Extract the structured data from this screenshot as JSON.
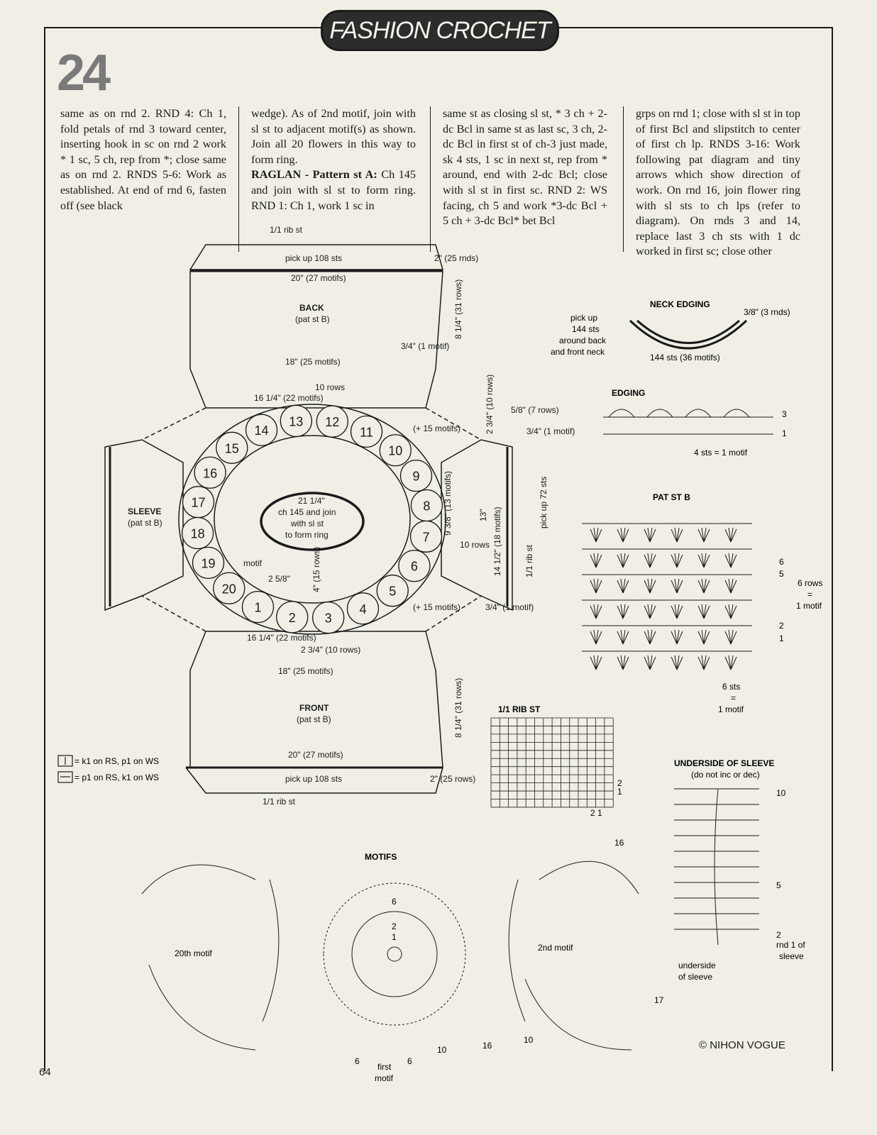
{
  "header": {
    "banner": "FASHION CROCHET",
    "pattern_number": "24"
  },
  "text_columns": {
    "col1": "same as on rnd 2. RND 4: Ch 1, fold petals of rnd 3 toward center, inserting hook in sc on rnd 2 work * 1 sc, 5 ch, rep from *; close same as on rnd 2. RNDS 5-6: Work as established. At end of rnd 6, fasten off (see black",
    "col2_a": "wedge). As of 2nd motif, join with sl st to adjacent motif(s) as shown. Join all 20 flowers in this way to form ring.",
    "col2_heading": "RAGLAN - Pattern st A:",
    "col2_b": "Ch 145 and join with sl st to form ring. RND 1: Ch 1, work 1 sc in",
    "col3": "same st as closing sl st, * 3 ch + 2-dc Bcl in same st as last sc, 3 ch, 2-dc Bcl in first st of ch-3 just made, sk 4 sts, 1 sc in next st, rep from * around, end with 2-dc Bcl; close with sl st in first sc. RND 2: WS facing, ch 5 and work *3-dc Bcl + 5 ch + 3-dc Bcl* bet Bcl",
    "col4": "grps on rnd 1; close with sl st in top of first Bcl and slipstitch to center of first ch lp. RNDS 3-16: Work following pat diagram and tiny arrows which show direction of work. On rnd 16, join flower ring with sl sts to ch lps (refer to diagram). On rnds 3 and 14, replace last 3 ch sts with 1 dc worked in first sc; close other"
  },
  "schematic": {
    "rib_top": "1/1 rib st",
    "pick_up_top": "pick up 108 sts",
    "rnds_top": "2\" (25 rnds)",
    "back_width_top": "20\" (27 motifs)",
    "back_title": "BACK",
    "back_sub": "(pat st B)",
    "back_height": "8 1/4\" (31 rows)",
    "back_width_bottom": "18\" (25 motifs)",
    "motif_3_4": "3/4\" (1 motif)",
    "rows_10_top": "10 rows",
    "w_16_top": "16 1/4\" (22 motifs)",
    "plus15_top": "(+ 15 motifs)",
    "h_2_3_4": "2 3/4\" (10 rows)",
    "h_5_8": "5/8\" (7 rows)",
    "h_3_4_right": "3/4\" (1 motif)",
    "sleeve_title": "SLEEVE",
    "sleeve_sub": "(pat st B)",
    "center_measure": "21 1/4\"",
    "center_text1": "ch 145 and join",
    "center_text2": "with sl st",
    "center_text3": "to form ring",
    "motif_label": "motif",
    "motif_size": "2 5/8\"",
    "h_4": "4\" (15 rows)",
    "h_9_3_8": "9 3/8\" (13 motifs)",
    "rows_10_right": "10 rows",
    "h_13": "13\"",
    "h_14_1_2": "14 1/2\" (18 motifs)",
    "rib_right": "1/1 rib st",
    "pick_up_72": "pick up 72 sts",
    "plus15_bottom": "(+ 15 motifs)",
    "motif_3_4_bottom": "3/4\" (1 motif)",
    "w_16_bottom": "16 1/4\" (22 motifs)",
    "w_2_3_4_bottom": "2 3/4\" (10 rows)",
    "front_width_top": "18\" (25 motifs)",
    "front_title": "FRONT",
    "front_sub": "(pat st B)",
    "front_height": "8 1/4\" (31 rows)",
    "front_width_bottom": "20\" (27 motifs)",
    "pick_up_bottom": "pick up 108 sts",
    "rows_bottom": "2\" (25 rows)",
    "rib_bottom": "1/1 rib st",
    "ring_numbers": [
      "1",
      "2",
      "3",
      "4",
      "5",
      "6",
      "7",
      "8",
      "9",
      "10",
      "11",
      "12",
      "13",
      "14",
      "15",
      "16",
      "17",
      "18",
      "19",
      "20"
    ]
  },
  "legend": {
    "k1": "= k1 on RS, p1 on WS",
    "p1": "= p1 on RS, k1 on WS"
  },
  "neck_edging": {
    "title": "NECK EDGING",
    "pick1": "pick up",
    "pick2": "144 sts",
    "pick3": "around back",
    "pick4": "and front neck",
    "depth": "3/8\" (3 rnds)",
    "sts": "144 sts (36 motifs)"
  },
  "edging": {
    "title": "EDGING",
    "repeat": "4 sts = 1 motif",
    "rows": [
      "3",
      "1"
    ]
  },
  "pat_st_b": {
    "title": "PAT ST B",
    "rows_label": "6 rows",
    "eq": "=",
    "motif": "1 motif",
    "sts": "6 sts",
    "eq2": "=",
    "motif2": "1 motif",
    "rows": [
      "6",
      "5",
      "2",
      "1"
    ]
  },
  "rib": {
    "title": "1/1 RIB ST",
    "side": "2",
    "side2": "1",
    "bottom": "2 1"
  },
  "underside": {
    "title": "UNDERSIDE OF SLEEVE",
    "sub": "(do not inc or dec)",
    "rows": [
      "10",
      "5",
      "2"
    ],
    "rnd1": "rnd 1 of",
    "rnd1b": "sleeve",
    "label1": "underside",
    "label2": "of sleeve"
  },
  "motifs": {
    "title": "MOTIFS",
    "m20": "20th motif",
    "m2": "2nd motif",
    "first1": "first",
    "first2": "motif",
    "r16": "16",
    "r17": "17",
    "n10a": "10",
    "n16": "16",
    "n10b": "10",
    "n6a": "6",
    "n6b": "6",
    "c1": "1",
    "c2": "2",
    "c6": "6"
  },
  "footer": {
    "credit": "© NIHON VOGUE",
    "page": "64"
  }
}
